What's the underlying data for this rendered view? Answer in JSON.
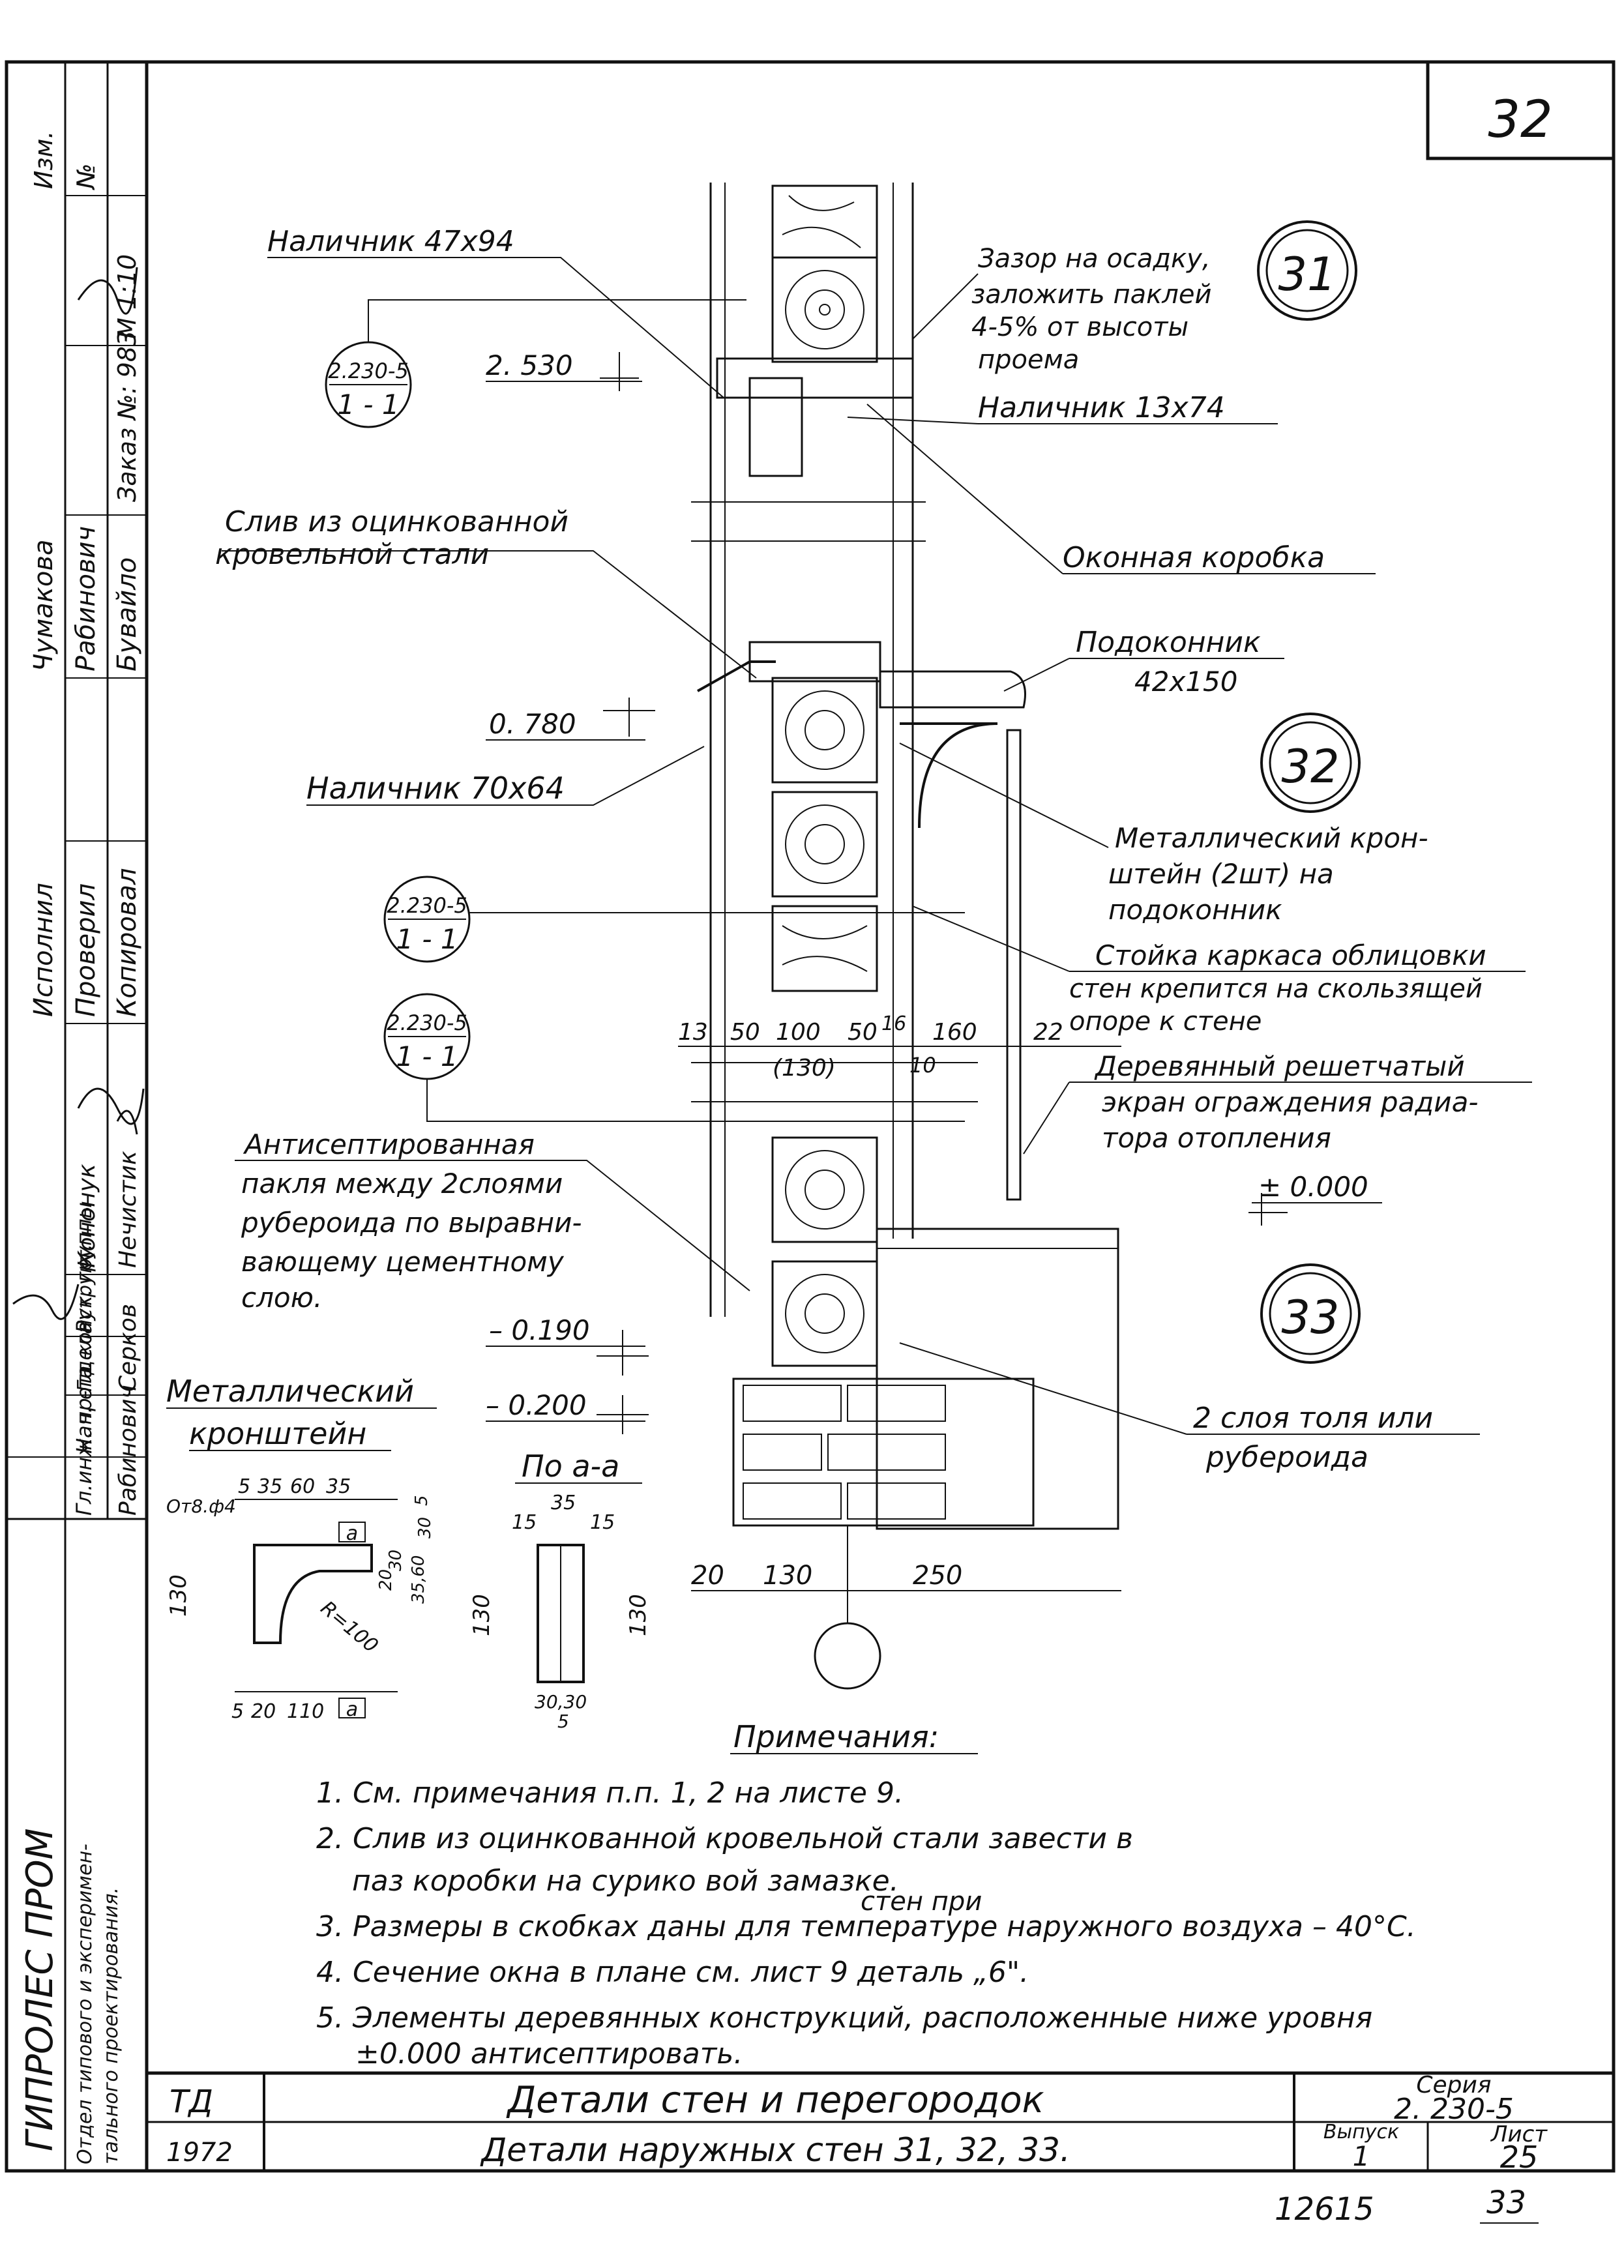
{
  "page": {
    "sheet_number": "32",
    "footer_inv": "12615",
    "footer_page": "33"
  },
  "side_stamp": {
    "org": "ГИПРОЛЕС ПРОМ",
    "dept_line1": "Отдел типового и эксперимен-",
    "dept_line2": "тального проектирования.",
    "rows": [
      {
        "role": "Гл.инж. пр-та",
        "name": "Кононук"
      },
      {
        "role": "Нач. отдела",
        "name": "Нечистик"
      },
      {
        "role": "Гл. конструкт.",
        "name": "Серков"
      },
      {
        "role": "Рук. группы",
        "name": "Рабинович"
      }
    ],
    "col_labels": [
      "Исполнил",
      "Проверил",
      "Копировал"
    ],
    "col_names": [
      "Чумакова",
      "Рабинович",
      "Бувайло"
    ],
    "order_no_label": "Заказ №: 983",
    "no_label": "№",
    "scale": "М 1:10",
    "izm_label": "Изм."
  },
  "callouts": {
    "c31": "31",
    "c32": "32",
    "c33": "33",
    "ref_top": "2.230-5",
    "ref_bottom": "1 - 1"
  },
  "labels": {
    "nalichnik_47x94": "Наличник 47х94",
    "zazor_line1": "Зазор на осадку,",
    "zazor_line2": "заложить паклей",
    "zazor_line3": "4-5% от высоты",
    "zazor_line4": "проема",
    "nalichnik_13x74": "Наличник 13х74",
    "sliv_line1": "Слив из оцинкованной",
    "sliv_line2": "кровельной стали",
    "okonnaya": "Оконная коробка",
    "podokonnik_line1": "Подоконник",
    "podokonnik_line2": "42х150",
    "nalichnik_70x64": "Наличник 70х64",
    "kron_line1": "Металлический крон-",
    "kron_line2": "штейн (2шт) на",
    "kron_line3": "подоконник",
    "stoyka_line1": "Стойка каркаса облицовки",
    "stoyka_line2": "стен крепится на скользящей",
    "stoyka_line3": "опоре к стене",
    "ekran_line1": "Деревянный решетчатый",
    "ekran_line2": "экран ограждения радиа-",
    "ekran_line3": "тора отопления",
    "pakla_line1": "Антисептированная",
    "pakla_line2": "пакля между 2слоями",
    "pakla_line3": "рубероида по выравни-",
    "pakla_line4": "вающему цементному",
    "pakla_line5": "слою.",
    "tol_line1": "2 слоя толя или",
    "tol_line2": "рубероида",
    "met_kron_line1": "Металлический",
    "met_kron_line2": "кронштейн",
    "po_aa": "По а-а"
  },
  "levels": {
    "l2530": "2. 530",
    "l0780": "0. 780",
    "l0000": "± 0.000",
    "lm0190": "– 0.190",
    "lm0200": "– 0.200"
  },
  "dims": {
    "d13": "13",
    "d50a": "50",
    "d100": "100",
    "d50b": "50",
    "d16": "16",
    "d160": "160",
    "d22": "22",
    "d130p": "(130)",
    "d10": "10",
    "b20": "20",
    "b130": "130",
    "b250": "250",
    "k5a": "5",
    "k35a": "35",
    "k60": "60",
    "k35b": "35",
    "k_rod": "От8.ф4",
    "k130": "130",
    "kR": "R=100",
    "k5b": "5",
    "k20": "20",
    "k110": "110",
    "ka": "а",
    "k30a": "30",
    "k30b": "30",
    "k35s": "35,60",
    "k20s": "20",
    "k5s": "5",
    "s35": "35",
    "s15a": "15",
    "s15b": "15",
    "s130": "130",
    "s3030": "30,30",
    "s5": "5"
  },
  "notes": {
    "title": "Примечания:",
    "n1": "1. См. примечания п.п. 1, 2   на листе 9.",
    "n2a": "2. Слив из оцинкованной кровельной стали завести в",
    "n2b": "паз коробки на сурико вой замазке.",
    "n3sup": "стен при",
    "n3": "3. Размеры в скобках даны для температуре наружного воздуха – 40°С.",
    "n4": "4. Сечение окна в плане см. лист 9 деталь „6\".",
    "n5a": "5. Элементы деревянных конструкций, расположенные ниже уровня",
    "n5b": "±0.000 антисептировать."
  },
  "title_block": {
    "td": "ТД",
    "year": "1972",
    "title1": "Детали стен и перегородок",
    "title2": "Детали наружных стен 31, 32, 33.",
    "seria_label": "Серия",
    "seria_value": "2. 230-5",
    "vypusk_label": "Выпуск",
    "vypusk_value": "1",
    "list_label": "Лист",
    "list_value": "25"
  }
}
